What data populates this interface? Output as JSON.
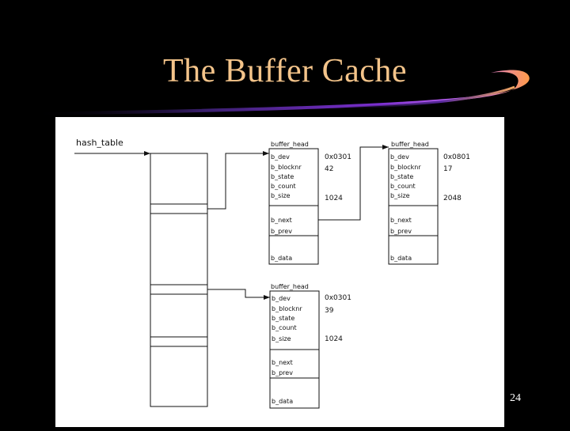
{
  "slide": {
    "title": "The Buffer Cache",
    "page_number": "24"
  },
  "diagram": {
    "hash_label": "hash_table",
    "buffers": [
      {
        "header": "buffer_head",
        "fields": [
          "b_dev",
          "b_blocknr",
          "b_state",
          "b_count",
          "b_size"
        ],
        "values": [
          "0x0301",
          "42",
          "",
          "",
          "1024"
        ],
        "links": [
          "b_next",
          "b_prev"
        ],
        "data": "b_data"
      },
      {
        "header": "buffer_head",
        "fields": [
          "b_dev",
          "b_blocknr",
          "b_state",
          "b_count",
          "b_size"
        ],
        "values": [
          "0x0801",
          "17",
          "",
          "",
          "2048"
        ],
        "links": [
          "b_next",
          "b_prev"
        ],
        "data": "b_data"
      },
      {
        "header": "buffer_head",
        "fields": [
          "b_dev",
          "b_blocknr",
          "b_state",
          "b_count",
          "b_size"
        ],
        "values": [
          "0x0301",
          "39",
          "",
          "",
          "1024"
        ],
        "links": [
          "b_next",
          "b_prev"
        ],
        "data": "b_data"
      }
    ]
  },
  "colors": {
    "background": "#000000",
    "title": "#f4c48a",
    "panel": "#ffffff",
    "swoosh": "#8a2be2"
  }
}
